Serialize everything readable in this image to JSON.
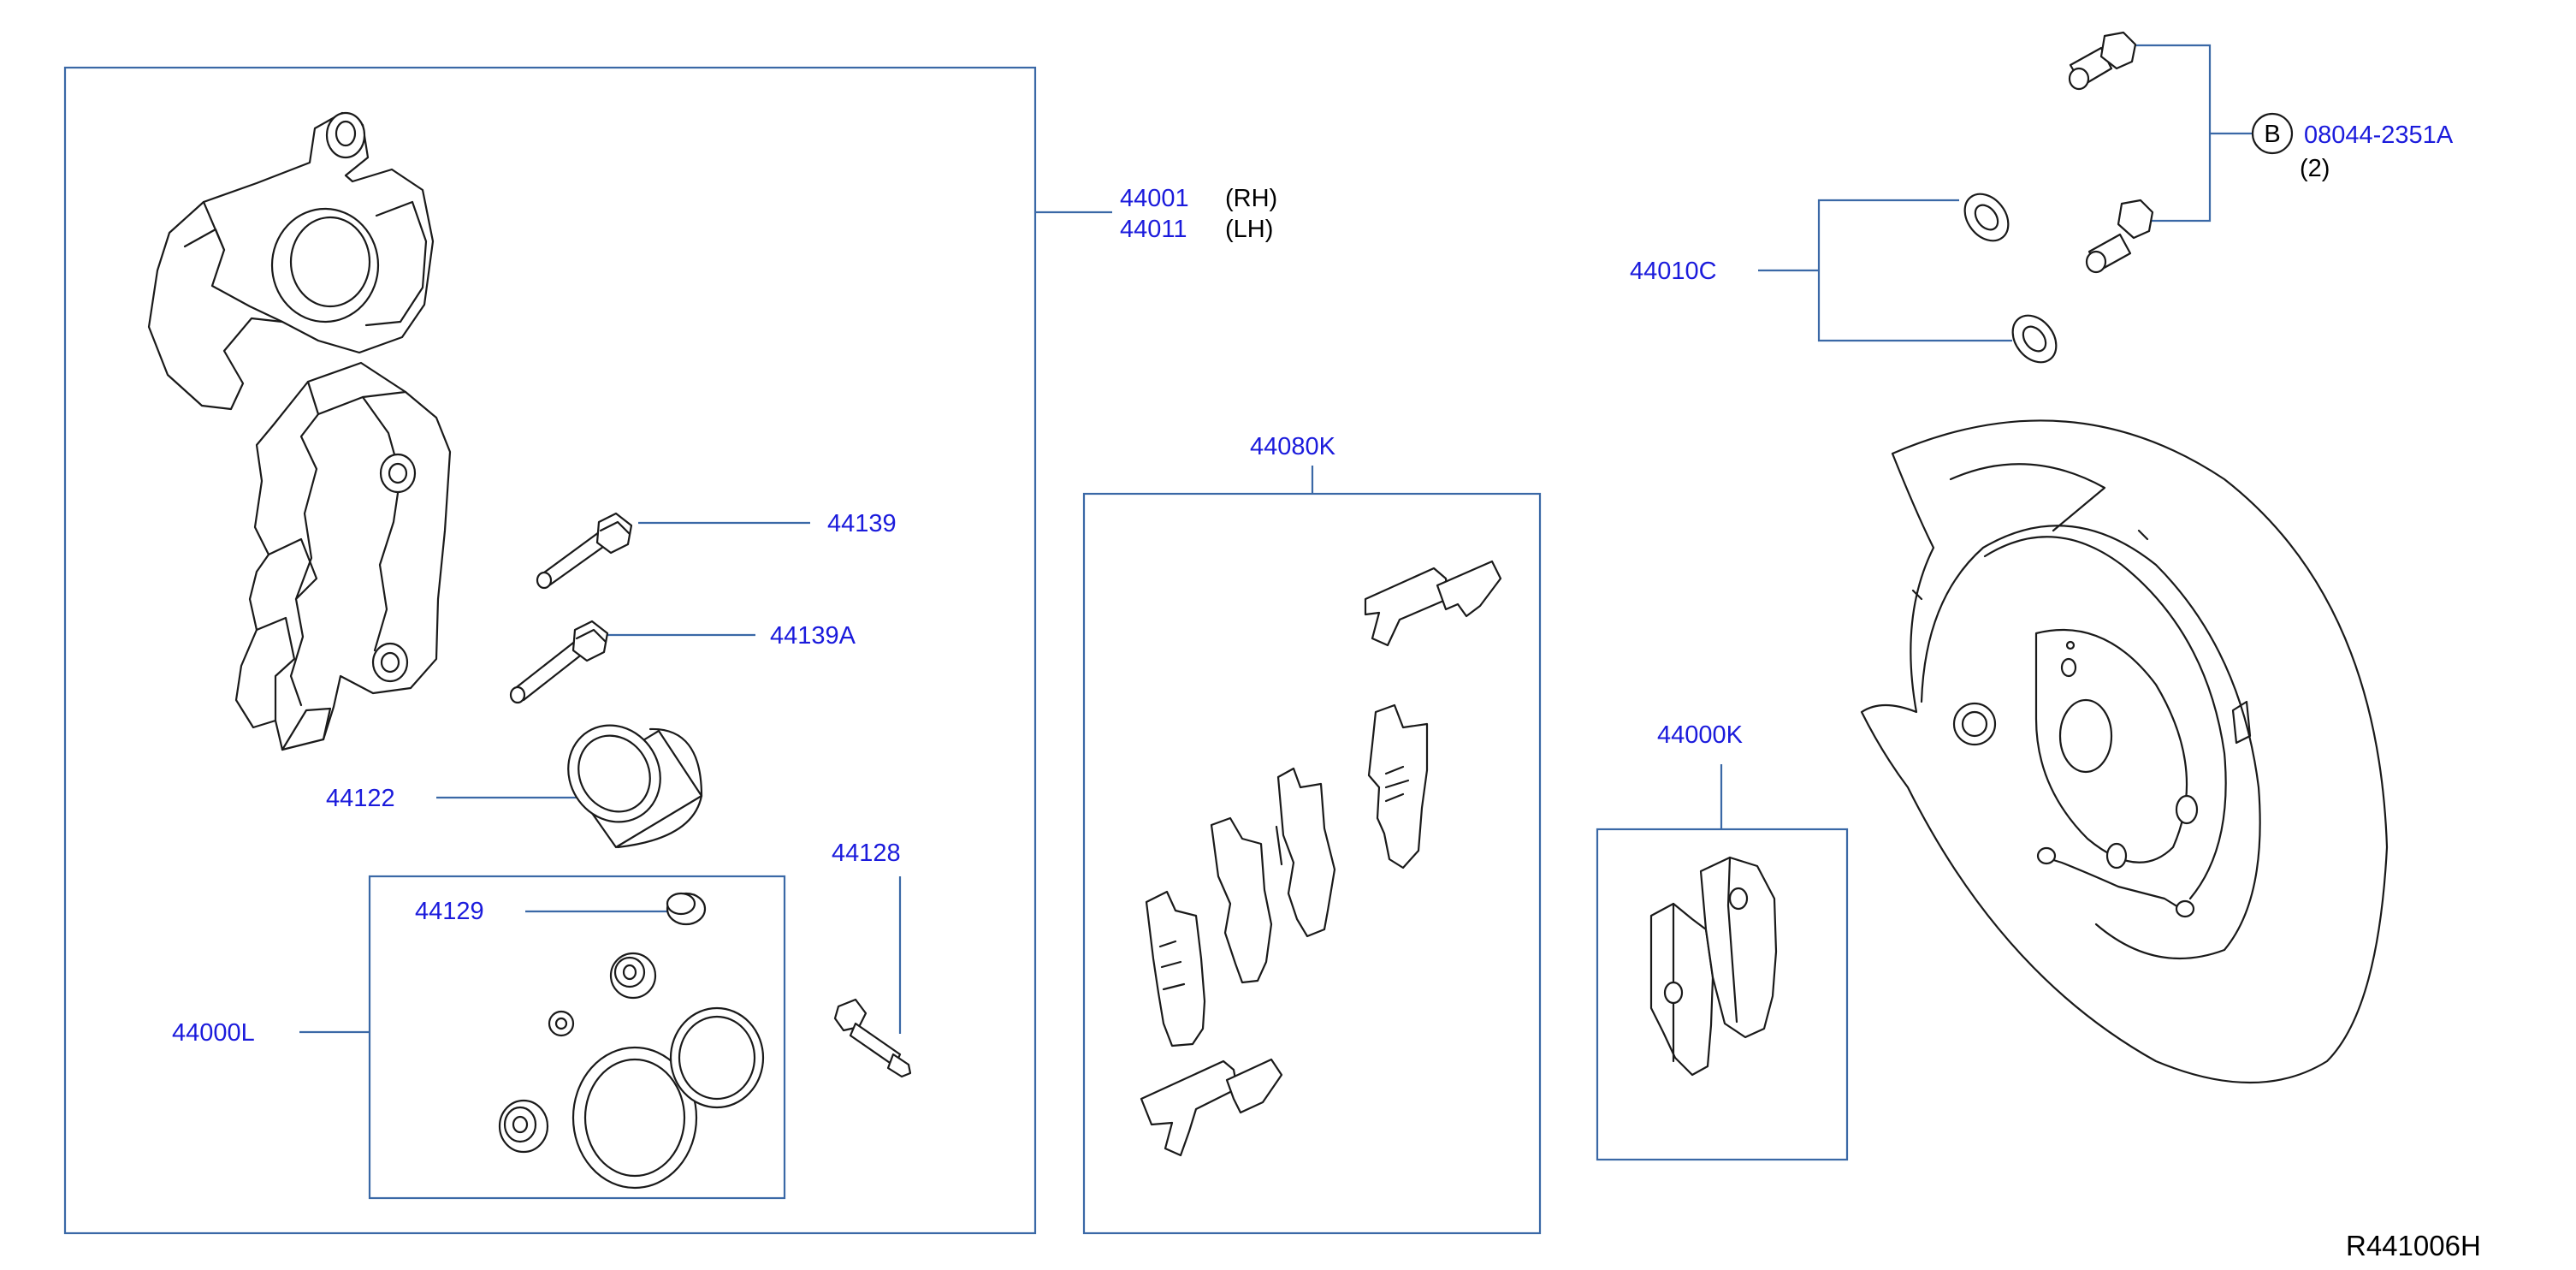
{
  "callouts": {
    "caliper_rh": "44001",
    "caliper_rh_side": "(RH)",
    "caliper_lh": "44011",
    "caliper_lh_side": "(LH)",
    "pin_bolt": "44139",
    "pin_bolt_a": "44139A",
    "piston": "44122",
    "bleeder": "44128",
    "dust_cap": "44129",
    "seal_kit": "44000L",
    "hardware_kit": "44080K",
    "pad_kit": "44000K",
    "washer": "44010C",
    "bolt_circle_letter": "B",
    "bolt": "08044-2351A",
    "bolt_qty": "(2)"
  },
  "reference_code": "R441006H"
}
